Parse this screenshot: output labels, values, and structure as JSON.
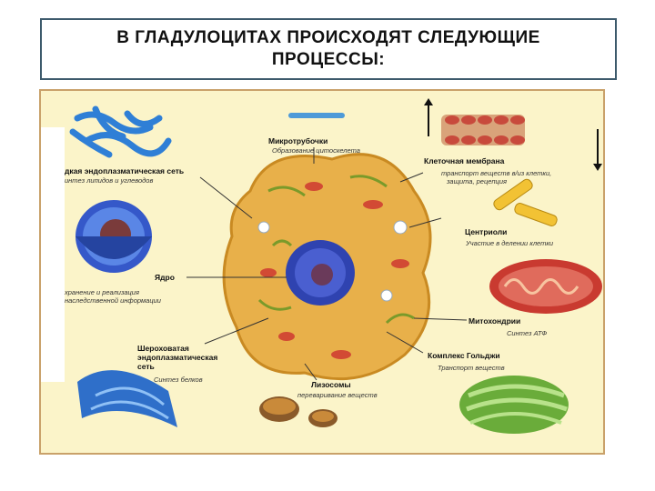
{
  "title": {
    "line1": "В ГЛАДУЛОЦИТАХ  ПРОИСХОДЯТ  СЛЕДУЮЩИЕ",
    "line2": "ПРОЦЕССЫ:"
  },
  "labels": {
    "microtubules": {
      "name": "Микротрубочки",
      "desc": "Образование цитоскелета"
    },
    "membrane": {
      "name": "Клеточная мембрана",
      "desc1": "транспорт веществ в/из клетки,",
      "desc2": "защита, рецепция"
    },
    "smooth_er": {
      "name": "дкая эндоплазматическая сеть",
      "desc": "интез липидов и углеводов"
    },
    "centrioles": {
      "name": "Центриоли",
      "desc": "Участие в делении клетки"
    },
    "nucleus": {
      "name": "Ядро",
      "desc1": "хранение и реализация",
      "desc2": "наследственной информации"
    },
    "mitochondria": {
      "name": "Митохондрии",
      "desc": "Синтез АТФ"
    },
    "rough_er": {
      "name1": "Шероховатая",
      "name2": "эндоплазматическая",
      "name3": "сеть",
      "desc": "Синтез белков"
    },
    "golgi": {
      "name": "Комплекс Гольджи",
      "desc": "Транспорт веществ"
    },
    "lysosomes": {
      "name": "Лизосомы",
      "desc": "переваривание веществ"
    }
  },
  "colors": {
    "title_border": "#3d5a6c",
    "frame_border": "#c9a16a",
    "background": "#fbf4c9",
    "cytoplasm": "#e8b04a",
    "nucleus": "#3b4fb8",
    "mitochondria": "#c9342a",
    "er_blue": "#3a8ee0",
    "golgi": "#7cc04a"
  }
}
